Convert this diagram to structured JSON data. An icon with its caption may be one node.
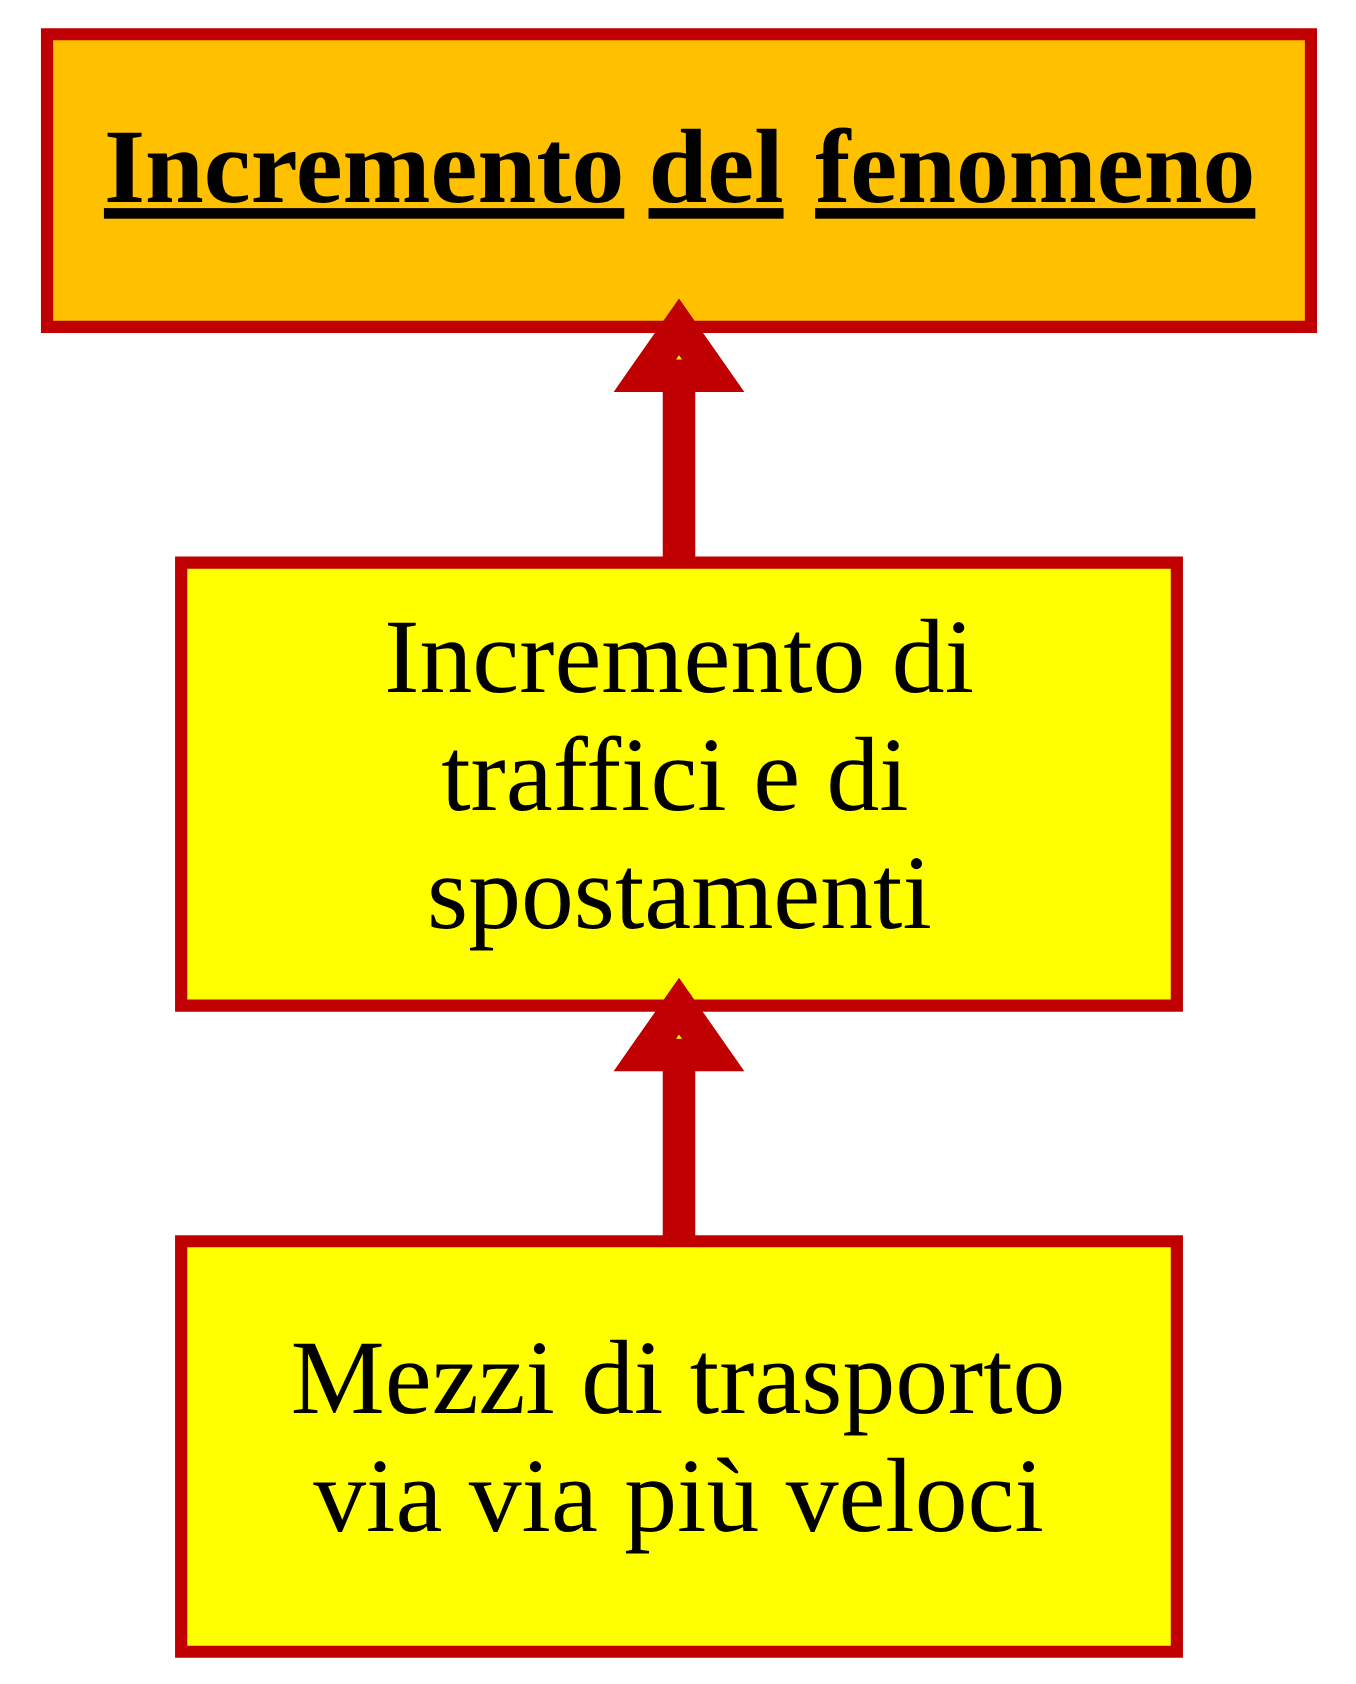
{
  "diagram": {
    "nodes": [
      {
        "text": [
          "Incremento del fenomeno"
        ]
      },
      {
        "text": [
          "Incremento di traffici e di spostamenti"
        ]
      },
      {
        "text": [
          "Mezzi di trasporto via via più veloci"
        ]
      }
    ],
    "edges": [
      {
        "from": 2,
        "to": 1,
        "arrow": "to"
      },
      {
        "from": 1,
        "to": 0,
        "arrow": "to"
      }
    ]
  }
}
